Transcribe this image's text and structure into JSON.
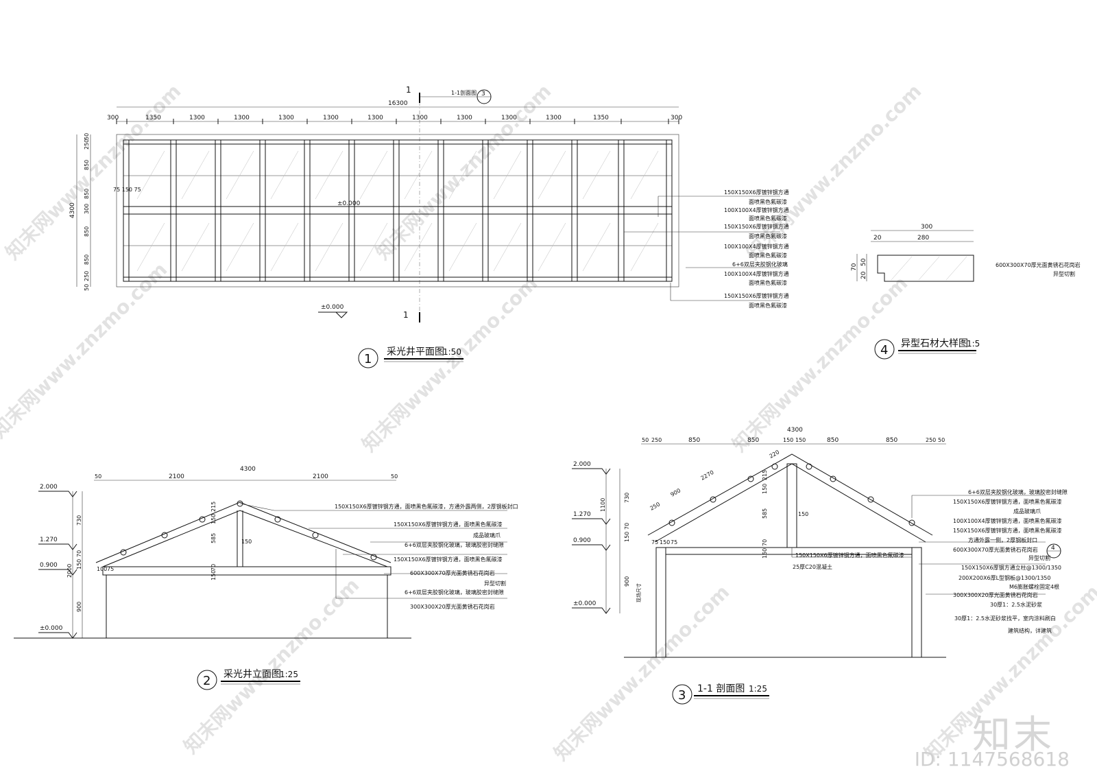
{
  "plan": {
    "section_mark": "1",
    "section_ref": "1-1剖面图",
    "section_ref_no": "3",
    "total_width": "16300",
    "top_dims": [
      "300",
      "1350",
      "1300",
      "1300",
      "1300",
      "1300",
      "1300",
      "1300",
      "1300",
      "1300",
      "1300",
      "1350",
      "300"
    ],
    "left_dims": [
      "50",
      "250",
      "850",
      "850",
      "300",
      "850",
      "850",
      "250",
      "50"
    ],
    "total_height": "4300",
    "small_dims": "75 150 75",
    "level_inner": "±0.000",
    "level_below": "±0.000",
    "callouts": [
      "150X150X6厚镀锌钢方通",
      "面喷黑色氟碳漆",
      "100X100X4厚镀锌钢方通",
      "面喷黑色氟碳漆",
      "150X150X6厚镀锌钢方通",
      "面喷黑色氟碳漆",
      "100X100X4厚镀锌钢方通",
      "面喷黑色氟碳漆",
      "6+6双层夹胶钢化玻璃",
      "100X100X4厚镀锌钢方通",
      "面喷黑色氟碳漆",
      "150X150X6厚镀锌钢方通",
      "面喷黑色氟碳漆"
    ],
    "title_no": "1",
    "title": "采光井平面图",
    "scale": "1:50"
  },
  "detail": {
    "width": "300",
    "dims_top": [
      "20",
      "280"
    ],
    "dims_left": [
      "70",
      "20",
      "50"
    ],
    "callout_1": "600X300X70厚光面黄锈石花岗岩",
    "callout_2": "异型切割",
    "title_no": "4",
    "title": "异型石材大样图",
    "scale": "1:5"
  },
  "elevation": {
    "total": "4300",
    "dims": [
      "50",
      "2100",
      "2100",
      "50"
    ],
    "levels": [
      "2.000",
      "1.270",
      "0.900",
      "±0.000"
    ],
    "v_dims": [
      "730",
      "2000",
      "150",
      "70",
      "900"
    ],
    "inner_dims": [
      "215",
      "150",
      "585",
      "150",
      "70",
      "150",
      "100",
      "75"
    ],
    "callouts": [
      "150X150X6厚镀锌钢方通，面喷黑色氟碳漆，方通外露两侧，2厚钢板封口",
      "150X150X6厚镀锌钢方通，面喷黑色氟碳漆",
      "成品玻璃爪",
      "6+6双层夹胶钢化玻璃，玻璃胶密封缝隙",
      "150X150X6厚镀锌钢方通，面喷黑色氟碳漆",
      "600X300X70厚光面黄锈石花岗岩",
      "异型切割",
      "6+6双层夹胶钢化玻璃，玻璃胶密封缝隙",
      "300X300X20厚光面黄锈石花岗岩"
    ],
    "title_no": "2",
    "title": "采光井立面图",
    "scale": "1:25"
  },
  "section": {
    "total": "4300",
    "dims": [
      "50",
      "250",
      "850",
      "850",
      "150",
      "150",
      "850",
      "850",
      "250",
      "50"
    ],
    "slope_dims": [
      "220",
      "2270",
      "900",
      "250"
    ],
    "levels": [
      "2.000",
      "1.270",
      "0.900",
      "±0.000"
    ],
    "v_dims": [
      "730",
      "1100",
      "150",
      "70",
      "900"
    ],
    "inner_dims": [
      "215",
      "150",
      "585",
      "150",
      "70",
      "150",
      "75",
      "150",
      "75"
    ],
    "wall_note": "现场尺寸",
    "bottom_callouts": [
      "150X150X6厚镀锌钢方通，面喷黑色氟碳漆",
      "25厚C20混凝土"
    ],
    "callouts": [
      "6+6双层夹胶钢化玻璃，玻璃胶密封缝隙",
      "150X150X6厚镀锌钢方通，面喷黑色氟碳漆",
      "成品玻璃爪",
      "100X100X4厚镀锌钢方通，面喷黑色氟碳漆",
      "150X150X6厚镀锌钢方通，面喷黑色氟碳漆",
      "方通外露一侧，2厚钢板封口",
      "600X300X70厚光面黄锈石花岗岩",
      "异型切割",
      "150X150X6厚钢方通立柱@1300/1350",
      "200X200X6厚L型钢板@1300/1350",
      "M6膨胀螺栓固定4根",
      "300X300X20厚光面黄锈石花岗岩",
      "30厚1：2.5水泥砂浆",
      "30厚1：2.5水泥砂浆找平，室内涂料刷白",
      "建筑结构，详建筑"
    ],
    "detail_ref": "4",
    "title_no": "3",
    "title": "1-1 剖面图",
    "scale": "1:25"
  },
  "watermark": {
    "text": "知末网www.znzmo.com",
    "brand": "知末",
    "id": "ID: 1147568618"
  }
}
